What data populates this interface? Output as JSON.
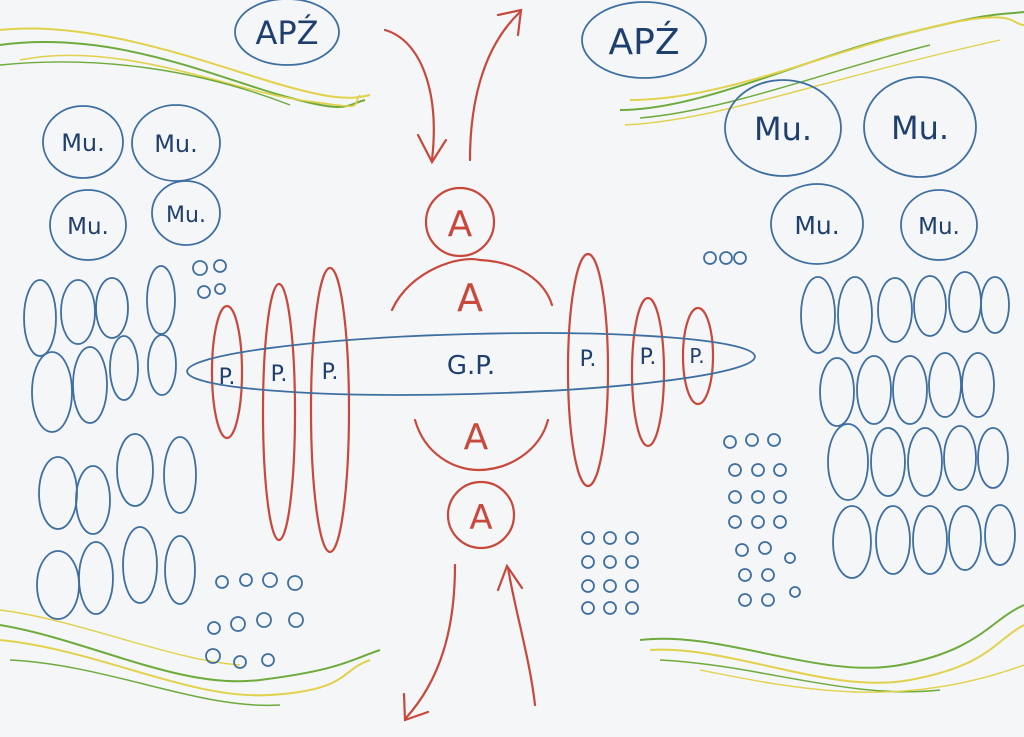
{
  "colors": {
    "background": "#f4f6f8",
    "blue": "#3f6fa0",
    "navy_text": "#1f3f6e",
    "red": "#c8483c",
    "green": "#6fab3c",
    "yellow": "#e2d14a"
  },
  "labels": {
    "apz_left": "APŹ",
    "apz_right": "APŹ",
    "mu": "Mu.",
    "center": "G.P.",
    "p": "P.",
    "a": "A"
  }
}
